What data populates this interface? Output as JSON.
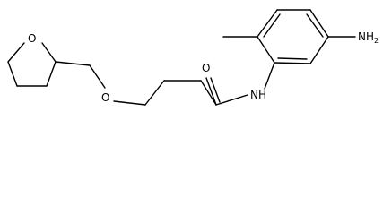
{
  "labels": {
    "ring_oxygen": "O",
    "ether_oxygen": "O",
    "carbonyl_oxygen": "O",
    "amide_nh": "NH",
    "amine": "NH",
    "amine_sub": "2"
  },
  "colors": {
    "stroke": "#000000",
    "background": "#ffffff"
  }
}
